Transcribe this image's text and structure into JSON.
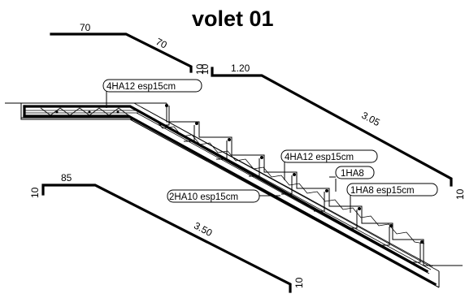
{
  "title": "volet 01",
  "top_bar_dims": {
    "flat": "70",
    "slope": "70",
    "hook": "10"
  },
  "upper_bar_dims": {
    "flat": "1.20",
    "slope": "3.05",
    "hook_left": "10",
    "hook_right": "10"
  },
  "lower_bar_dims": {
    "flat": "85",
    "slope": "3.50",
    "hook_left": "10",
    "hook_right": "10"
  },
  "callouts": {
    "top_rebar": "4HA12 esp15cm",
    "mid_rebar": "4HA12 esp15cm",
    "single_bar": "1HA8",
    "stirrups": "1HA8 esp15cm",
    "bottom_rebar": "2HA10 esp15cm"
  }
}
